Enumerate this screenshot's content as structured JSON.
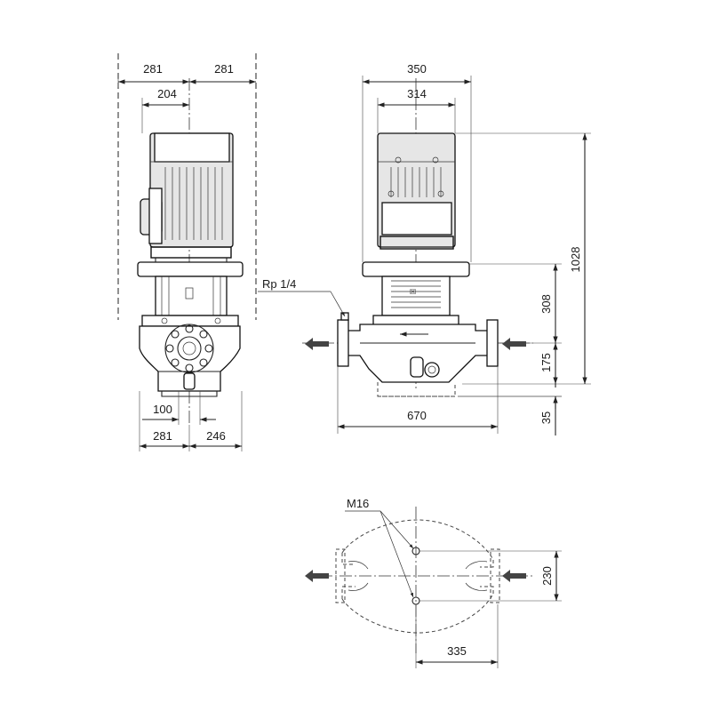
{
  "dimensions": {
    "front_left_half": "281",
    "front_right_half": "281",
    "front_motor": "204",
    "front_port": "100",
    "front_base_left": "281",
    "front_base_right": "246",
    "side_outer": "350",
    "side_motor": "314",
    "side_total_height": "1028",
    "side_upper": "308",
    "side_lower": "175",
    "side_foot": "35",
    "side_length": "670",
    "plan_width": "230",
    "plan_length": "335"
  },
  "labels": {
    "port_thread": "Rp 1/4",
    "bolt": "M16"
  },
  "colors": {
    "line": "#222222",
    "fill": "#e6e6e6"
  }
}
